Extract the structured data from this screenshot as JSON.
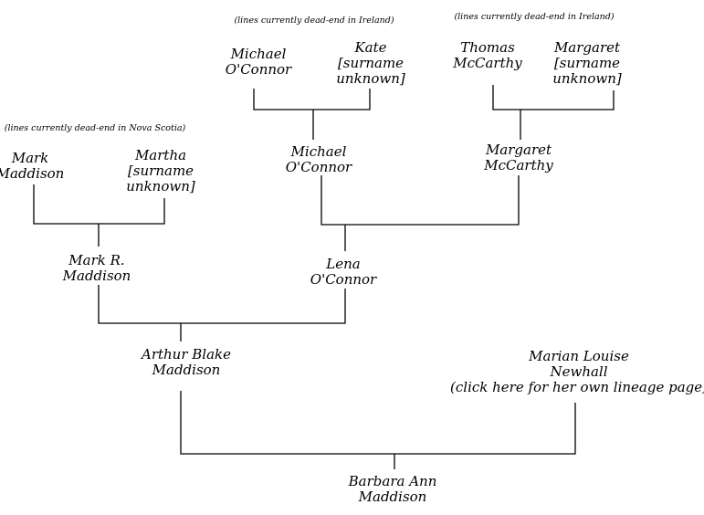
{
  "notes": {
    "nova_scotia": "(lines currently dead-end in Nova Scotia)",
    "ireland_left": "(lines currently dead-end in Ireland)",
    "ireland_right": "(lines currently dead-end in Ireland)"
  },
  "people": {
    "michael_oconnor_sr": [
      "Michael",
      "O'Connor"
    ],
    "kate": [
      "Kate",
      "[surname",
      "unknown]"
    ],
    "thomas_mccarthy": [
      "Thomas",
      "McCarthy"
    ],
    "margaret_sr": [
      "Margaret",
      "[surname",
      "unknown]"
    ],
    "mark_maddison": [
      "Mark",
      "Maddison"
    ],
    "martha": [
      "Martha",
      "[surname",
      "unknown]"
    ],
    "michael_oconnor_jr": [
      "Michael",
      "O'Connor"
    ],
    "margaret_mccarthy": [
      "Margaret",
      "McCarthy"
    ],
    "mark_r_maddison": [
      "Mark R.",
      "Maddison"
    ],
    "lena_oconnor": [
      "Lena",
      "O'Connor"
    ],
    "arthur_blake_maddison": [
      "Arthur Blake",
      "Maddison"
    ],
    "marian_louise_newhall": [
      "Marian Louise",
      "Newhall",
      "(click here for her own lineage page)"
    ],
    "barbara_ann_maddison": [
      "Barbara Ann",
      "Maddison"
    ]
  }
}
